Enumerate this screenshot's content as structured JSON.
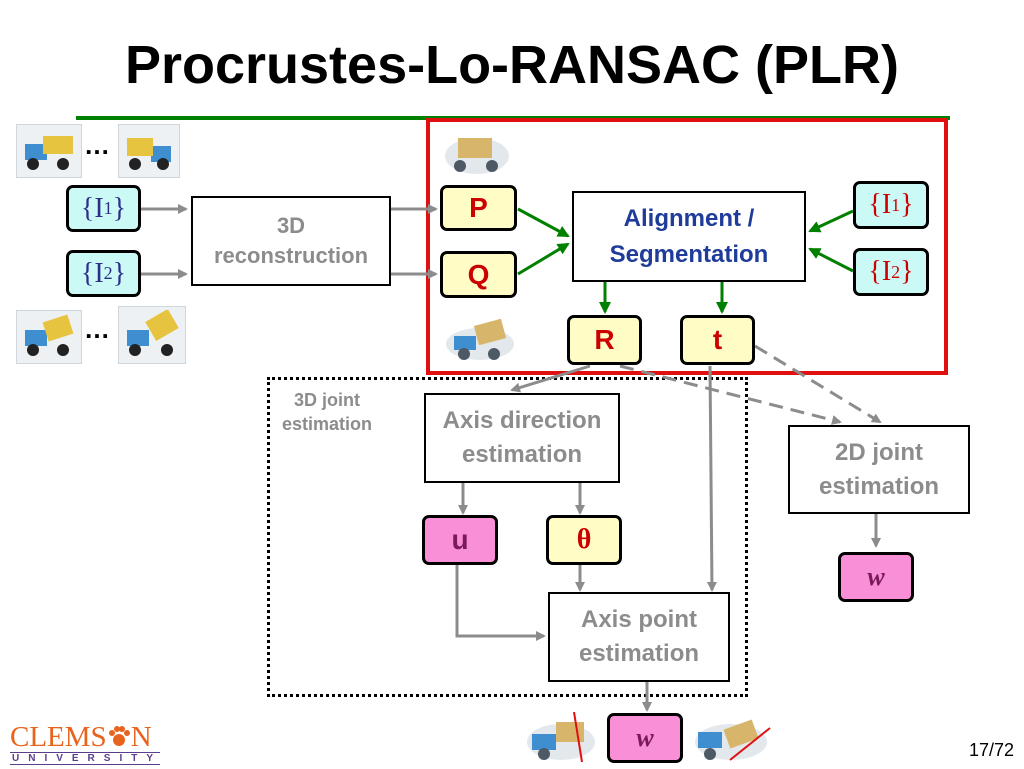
{
  "slide": {
    "title": "Procrustes-Lo-RANSAC (PLR)",
    "page_number": "17/72",
    "logo": {
      "word": "CLEMSON",
      "sub": "UNIVERSITY"
    }
  },
  "diagram": {
    "input_left_1": "{I1}",
    "input_left_2": "{I2}",
    "input_left_1_base": "{I",
    "input_left_1_sub": "1",
    "input_left_2_base": "{I",
    "input_left_2_sub": "2",
    "ellipsis": "…",
    "reconstruction": [
      "3D",
      "reconstruction"
    ],
    "P": "P",
    "Q": "Q",
    "alignment": [
      "Alignment /",
      "Segmentation"
    ],
    "input_right_1_sub": "1",
    "input_right_2_sub": "2",
    "R": "R",
    "t": "t",
    "joint3d_label": [
      "3D joint",
      "estimation"
    ],
    "axis_direction": [
      "Axis direction",
      "estimation"
    ],
    "u": "u",
    "theta": "θ",
    "axis_point": [
      "Axis point",
      "estimation"
    ],
    "w": "w",
    "joint2d": [
      "2D joint",
      "estimation"
    ]
  },
  "colors": {
    "green": "#008000",
    "red_frame": "#e01010",
    "arrow_gray": "#8c8c8c",
    "yellow_fill": "#fffcc6",
    "cyan_fill": "#cbfaf6",
    "pink_fill": "#f98fd7",
    "navy_text": "#1f3c9a",
    "red_text": "#cc0000"
  }
}
